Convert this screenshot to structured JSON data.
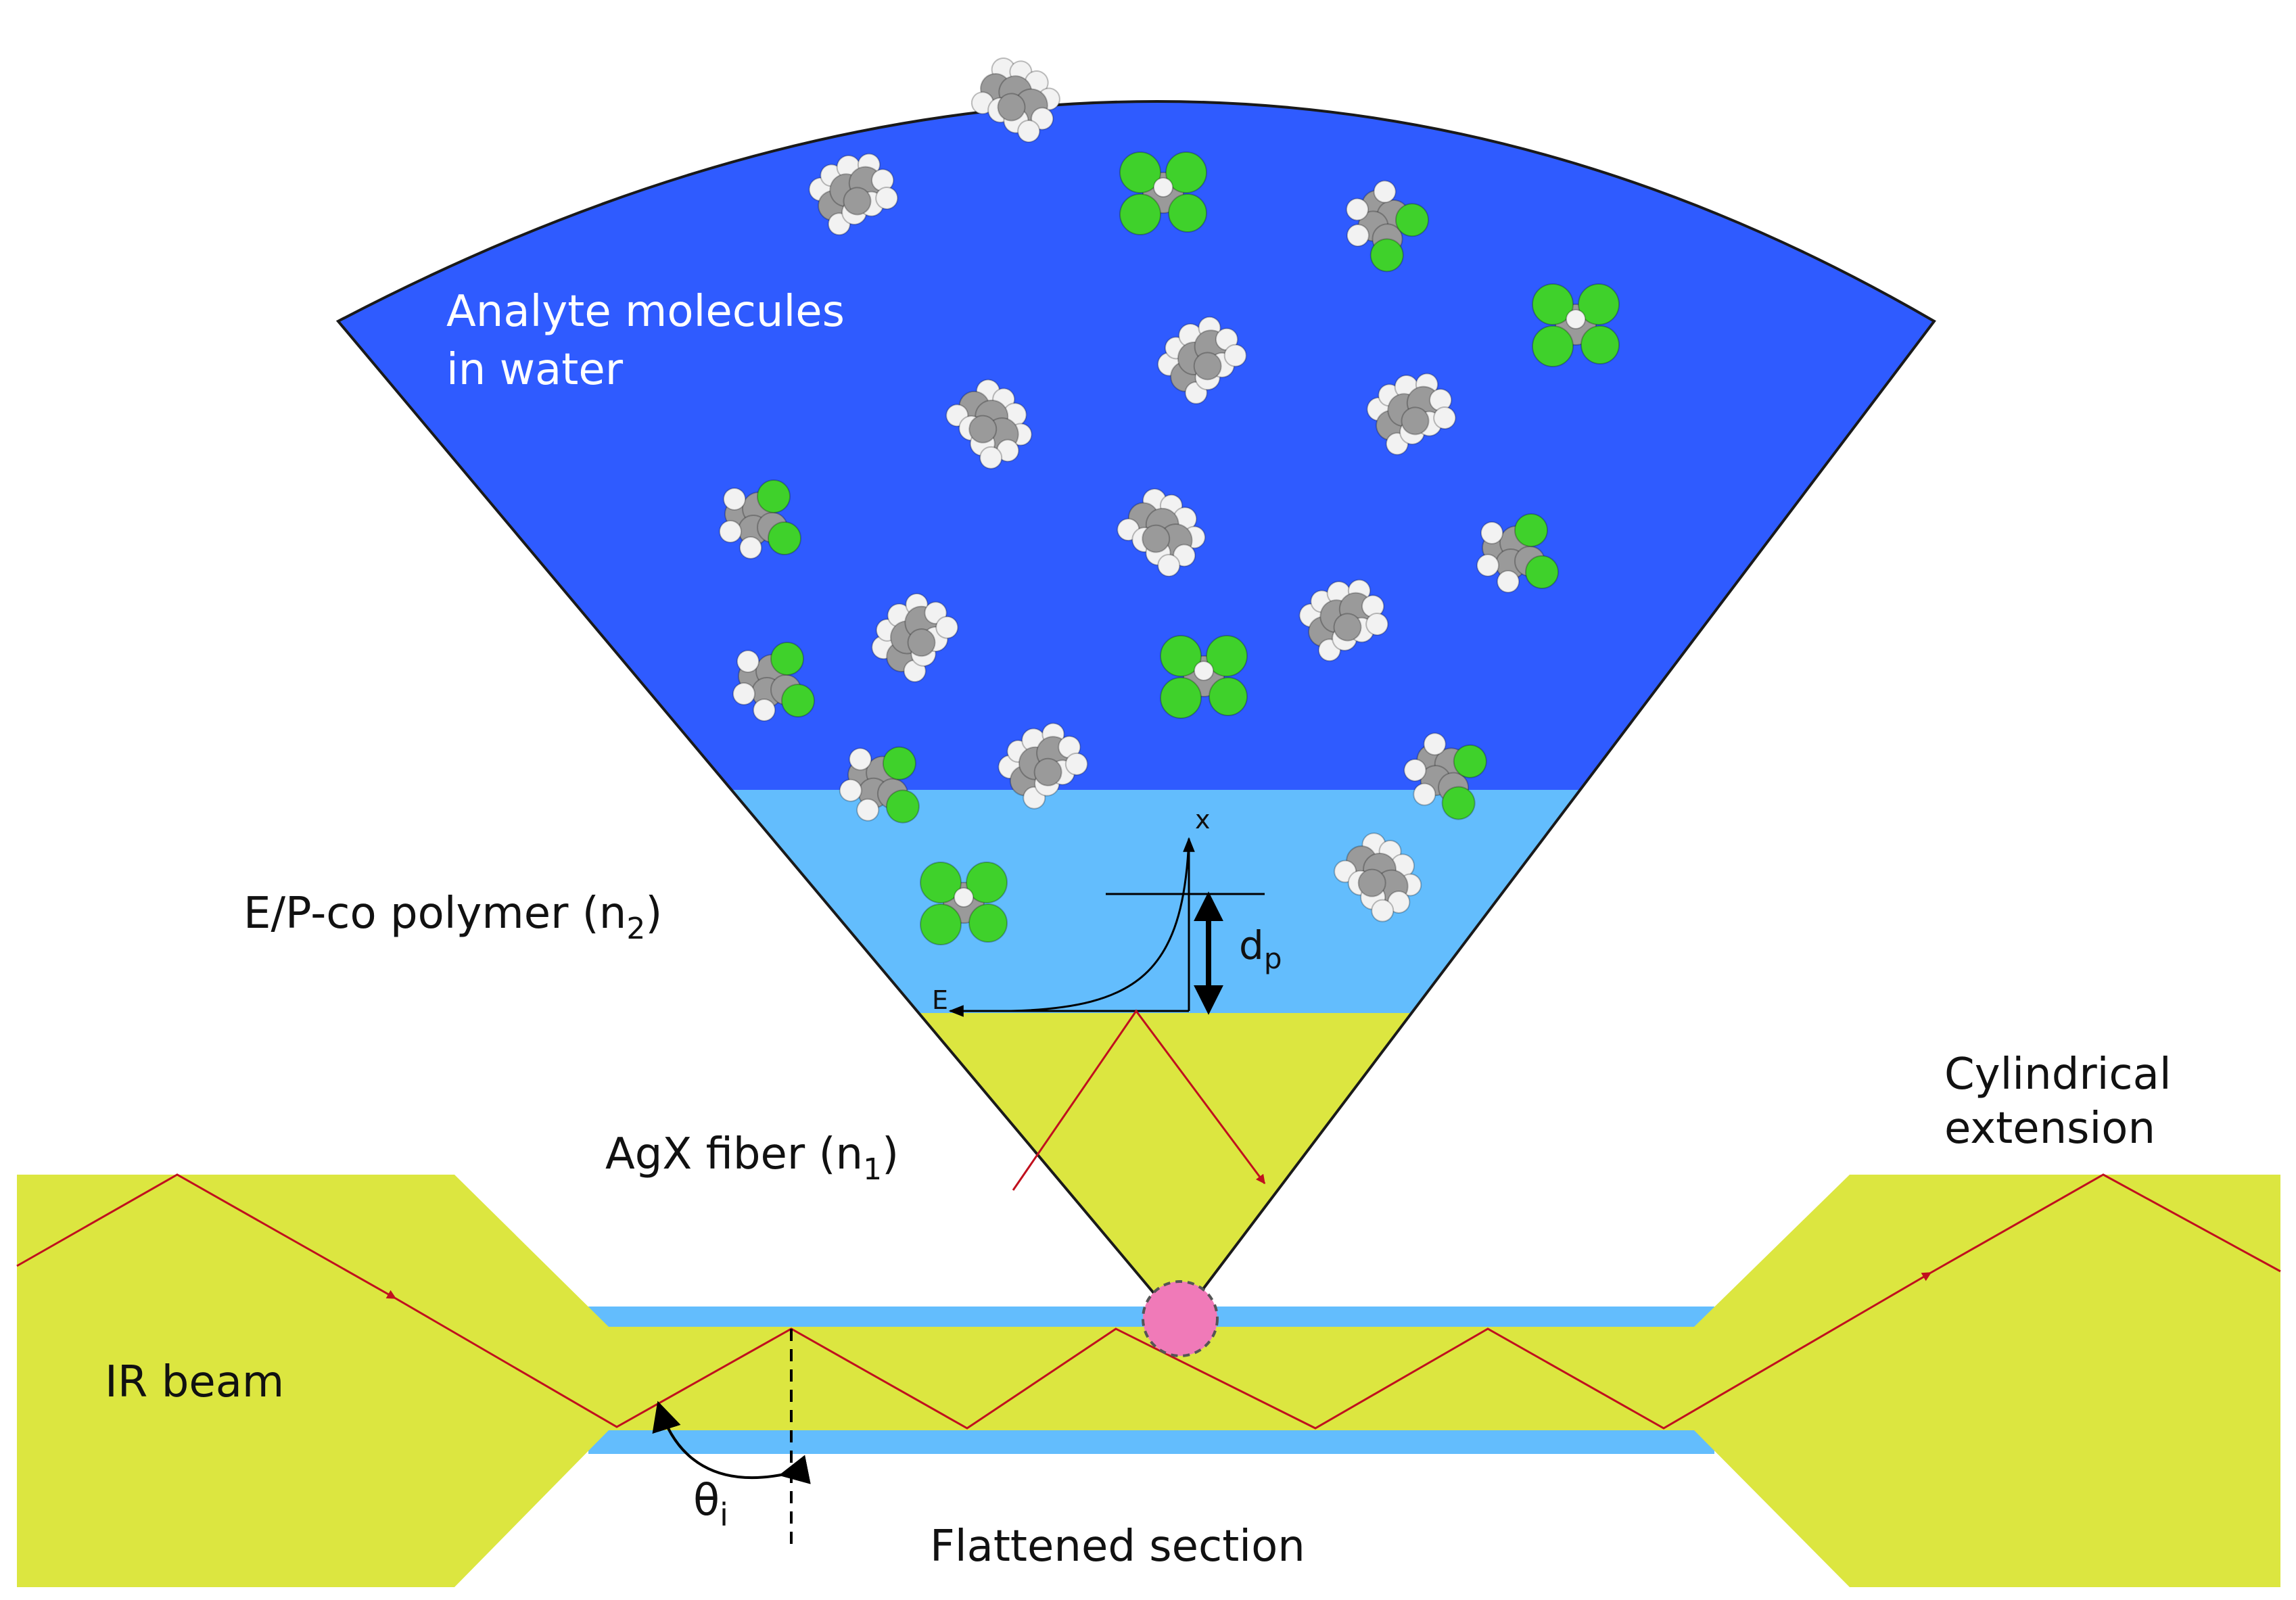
{
  "labels": {
    "analyte_line1": "Analyte molecules",
    "analyte_line2": "in water",
    "polymer_text": "E/P-co polymer (n",
    "polymer_sub": "2",
    "polymer_close": ")",
    "fiber_text": "AgX fiber (n",
    "fiber_sub": "1",
    "fiber_close": ")",
    "cyl_line1": "Cylindrical",
    "cyl_line2": "extension",
    "ir_beam": "IR beam",
    "flattened": "Flattened section",
    "theta_main": "θ",
    "theta_sub": "i",
    "dp_main": "d",
    "dp_sub": "p",
    "axis_x": "x",
    "axis_e": "E"
  },
  "colors": {
    "water": "#2f5bff",
    "polymer": "#63bdfd",
    "fiber": "#dce640",
    "beam": "#c0101e",
    "spot": "#f07ab8",
    "chlorine": "#3fd12b",
    "hydrogen": "#f2f2f2",
    "carbon": "#9a9a9a"
  },
  "molecules": [
    {
      "kind": "hydrocarbon"
    },
    {
      "kind": "hydrocarbon"
    },
    {
      "kind": "chlorinated"
    },
    {
      "kind": "chloro-aromatic"
    },
    {
      "kind": "chlorinated"
    },
    {
      "kind": "hydrocarbon"
    },
    {
      "kind": "hydrocarbon"
    },
    {
      "kind": "hydrocarbon"
    },
    {
      "kind": "chloro-aromatic"
    },
    {
      "kind": "hydrocarbon"
    },
    {
      "kind": "chloro-aromatic"
    },
    {
      "kind": "hydrocarbon"
    },
    {
      "kind": "hydrocarbon"
    },
    {
      "kind": "chloro-aromatic"
    },
    {
      "kind": "chlorinated"
    },
    {
      "kind": "chloro-aromatic"
    },
    {
      "kind": "hydrocarbon"
    },
    {
      "kind": "chloro-aromatic"
    },
    {
      "kind": "chlorinated"
    },
    {
      "kind": "hydrocarbon"
    }
  ]
}
